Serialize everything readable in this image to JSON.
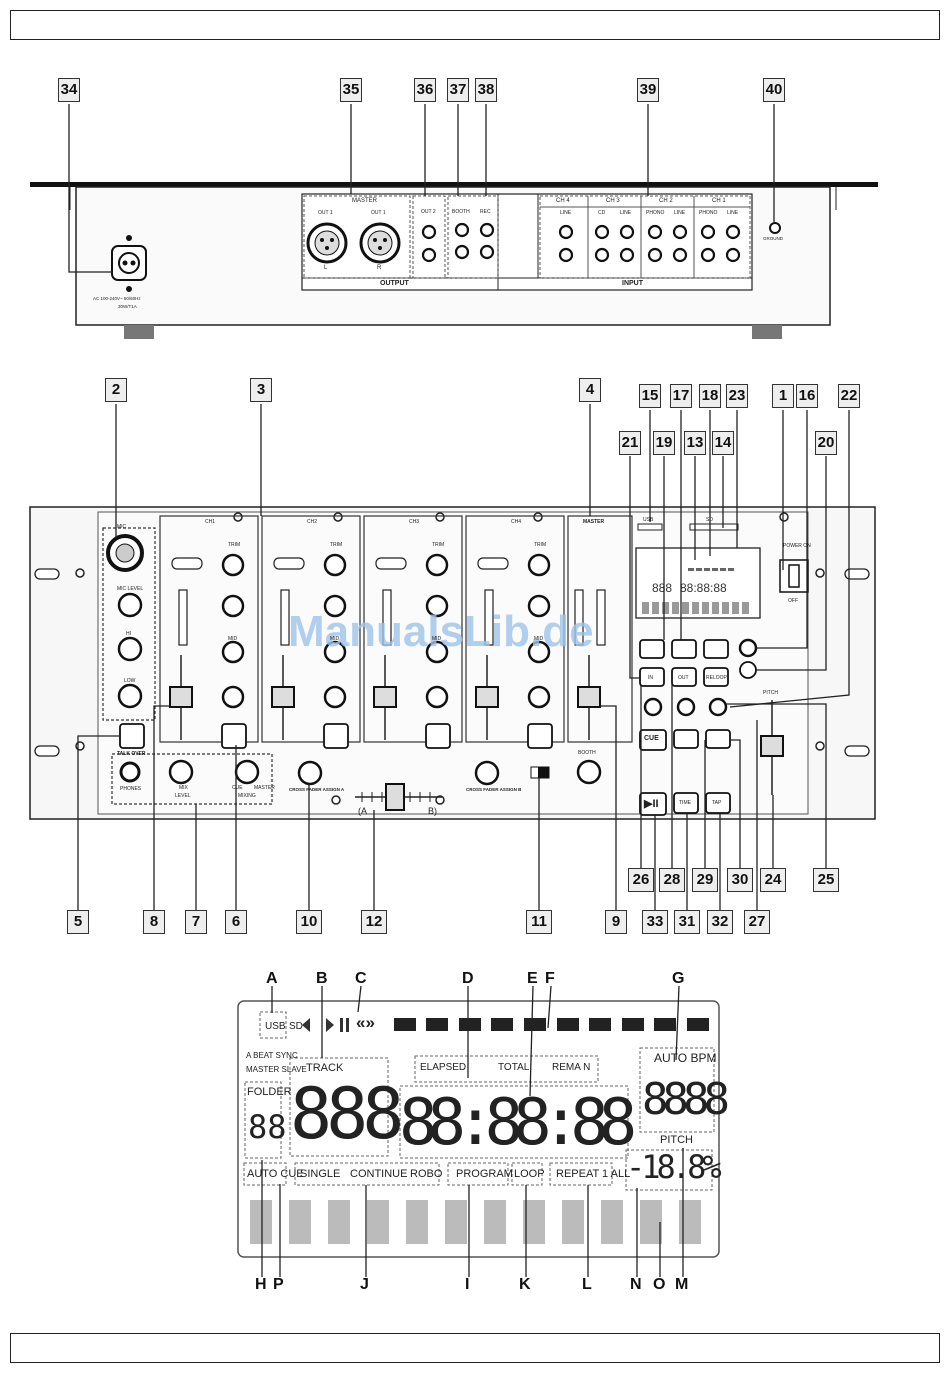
{
  "rear_panel": {
    "callouts": [
      "34",
      "35",
      "36",
      "37",
      "38",
      "39",
      "40"
    ],
    "labels": {
      "master": "MASTER",
      "out1_left": "OUT 1",
      "out1_right": "OUT 1",
      "out2": "OUT 2",
      "booth": "BOOTH",
      "rec": "REC",
      "ch4": "CH 4",
      "ch3": "CH 3",
      "ch2": "CH 2",
      "ch1": "CH 1",
      "line_ch4": "LINE",
      "cd_ch3": "CD",
      "line_ch3": "LINE",
      "phono_ch2": "PHONO",
      "line_ch2": "LINE",
      "phono_ch1": "PHONO",
      "line_ch1": "LINE",
      "output": "OUTPUT",
      "input": "INPUT",
      "power_spec": "AC 100-240V~ 50/60Hz",
      "power_rating": "30W/T1A",
      "xlr_l": "L",
      "xlr_r": "R",
      "ground": "GROUND"
    }
  },
  "front_panel": {
    "callouts_top": [
      "2",
      "3",
      "4",
      "15",
      "17",
      "18",
      "23",
      "1",
      "16",
      "22",
      "21",
      "19",
      "13",
      "14",
      "20"
    ],
    "callouts_bottom": [
      "5",
      "8",
      "7",
      "6",
      "10",
      "12",
      "11",
      "9",
      "26",
      "28",
      "29",
      "30",
      "24",
      "25",
      "33",
      "31",
      "32",
      "27"
    ],
    "watermark": "ManualsLib.de",
    "labels": {
      "mic": "MIC",
      "mic_level": "MIC LEVEL",
      "hi": "HI",
      "low": "LOW",
      "talk_over": "TALK OVER",
      "phones": "PHONES",
      "level": "LEVEL",
      "mix": "MIX",
      "cue": "CUE",
      "master": "MASTER",
      "mixing": "MIXING",
      "ch1": "CH1",
      "ch2": "CH2",
      "ch3": "CH3",
      "ch4": "CH4",
      "trim": "TRIM",
      "mid": "MID",
      "master_section": "MASTER",
      "booth": "BOOTH",
      "crossfader_assign_a": "CROSS FADER ASSIGN A",
      "crossfader_assign_b": "CROSS FADER ASSIGN B",
      "fader_a": "(A",
      "fader_b": "B)",
      "usb": "USB",
      "sd": "SD",
      "power_on": "POWER ON",
      "off": "OFF",
      "pitch": "PITCH",
      "in": "IN",
      "out": "OUT",
      "reloop": "RELOOP",
      "cue_btn": "CUE",
      "time": "TIME",
      "tap": "TAP",
      "play_pause": "▶II"
    }
  },
  "lcd_detail": {
    "letters_top": [
      "A",
      "B",
      "C",
      "D",
      "E",
      "F",
      "G"
    ],
    "letters_bottom": [
      "H",
      "P",
      "J",
      "I",
      "K",
      "L",
      "N",
      "O",
      "M"
    ],
    "usb": "USB",
    "sd": "SD",
    "beat_sync": "A BEAT SYNC",
    "master_slave": "MASTER SLAVE",
    "track": "TRACK",
    "elapsed": "ELAPSED",
    "total": "TOTAL",
    "remain": "REMA N",
    "auto_bpm": "AUTO BPM",
    "folder": "FOLDER",
    "folder_digits": "88",
    "track_digits": "888",
    "time_digits": "88:88:88",
    "bpm_digits": "8888",
    "pitch": "PITCH",
    "pitch_digits": "-18.8%",
    "auto_cue": "AUTO CUE",
    "single": "SINGLE",
    "continue": "CONTINUE",
    "robo": "ROBO",
    "program": "PROGRAM",
    "loop": "LOOP",
    "repeat": "REPEAT 1 ALL"
  },
  "colors": {
    "panel": "#f4f4f4",
    "line": "#222222",
    "watermark": "#9ec3ea",
    "callout_bg": "#eeeeee"
  }
}
